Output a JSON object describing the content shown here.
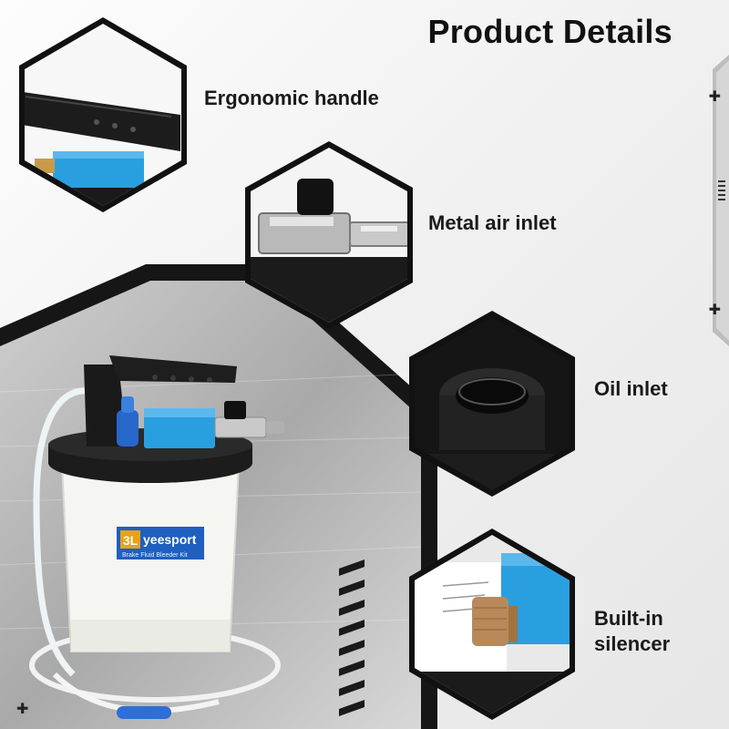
{
  "header": {
    "title": "Product Details"
  },
  "features": [
    {
      "label": "Ergonomic handle"
    },
    {
      "label": "Metal air inlet"
    },
    {
      "label": "Oil inlet"
    },
    {
      "label_lines": [
        "Built-in",
        "silencer"
      ]
    }
  ],
  "product": {
    "capacity_badge": "3L",
    "brand": "yeesport",
    "subtitle": "Brake Fluid Bleeder Kit"
  },
  "icons": [
    "plus-screw-icon",
    "grip-lines-icon"
  ],
  "colors": {
    "accent_blue": "#2a9fe0",
    "label_blue": "#1f5fbf",
    "dark": "#141414",
    "silencer_bronze": "#b8895a"
  }
}
